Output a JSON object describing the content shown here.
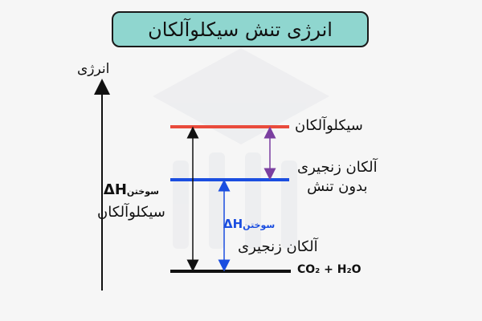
{
  "title": "انرژی تنش سیکلوآلکان",
  "axis_label": "انرژی",
  "levels": {
    "cycloalkane": "سیکلوآلکان",
    "chain_unstrained_line1": "آلکان زنجیری",
    "chain_unstrained_line2": "بدون تنش",
    "products": "CO₂ + H₂O"
  },
  "annotations": {
    "dh_left_line1_sub": "سوختن",
    "dh_left_line1_main": "ΔH",
    "dh_left_line2": "سیکلوآلکان",
    "dh_blue_sub": "سوختن",
    "dh_blue_main": "ΔH",
    "dh_chain_label": "آلکان زنجیری"
  },
  "colors": {
    "title_bg": "#8fd6cf",
    "cycloalkane_level": "#e94b3c",
    "chain_level": "#1b4ee0",
    "products_level": "#111111",
    "strain_arrow": "#7b3fa0",
    "combustion_chain_arrow": "#1b4ee0",
    "combustion_cyclo_arrow": "#111111"
  }
}
